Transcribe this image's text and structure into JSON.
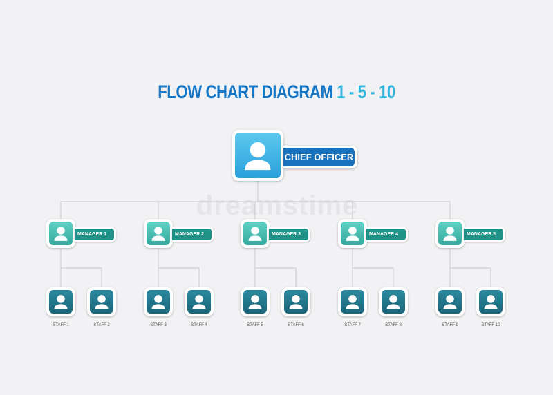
{
  "title": {
    "part1": "FLOW CHART DIAGRAM",
    "part2": "1 - 5 - 10"
  },
  "chief": {
    "label": "CHIEF OFFICER"
  },
  "managers": [
    {
      "label": "MANAGER 1"
    },
    {
      "label": "MANAGER 2"
    },
    {
      "label": "MANAGER 3"
    },
    {
      "label": "MANAGER 4"
    },
    {
      "label": "MANAGER 5"
    }
  ],
  "staff": [
    {
      "label": "STAFF 1"
    },
    {
      "label": "STAFF 2"
    },
    {
      "label": "STAFF 3"
    },
    {
      "label": "STAFF 4"
    },
    {
      "label": "STAFF 5"
    },
    {
      "label": "STAFF 6"
    },
    {
      "label": "STAFF 7"
    },
    {
      "label": "STAFF 8"
    },
    {
      "label": "STAFF 9"
    },
    {
      "label": "STAFF 10"
    }
  ],
  "watermark": "dreamstime",
  "colors": {
    "title_primary": "#1878c8",
    "title_accent": "#34b4dc",
    "chief": "#2aa0dc",
    "chief_label": "#1a72bd",
    "manager": "#35a99e",
    "manager_label": "#1f9186",
    "staff": "#1a6478"
  },
  "icons": {
    "person": "person-icon"
  }
}
